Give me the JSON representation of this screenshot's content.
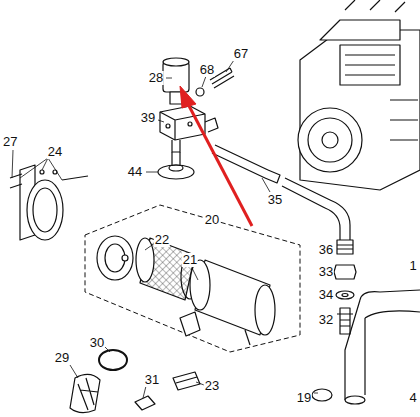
{
  "diagram": {
    "labels": [
      "28",
      "68",
      "67",
      "39",
      "27",
      "24",
      "44",
      "35",
      "20",
      "22",
      "21",
      "36",
      "33",
      "34",
      "32",
      "30",
      "29",
      "31",
      "23",
      "19",
      "1",
      "4"
    ]
  }
}
